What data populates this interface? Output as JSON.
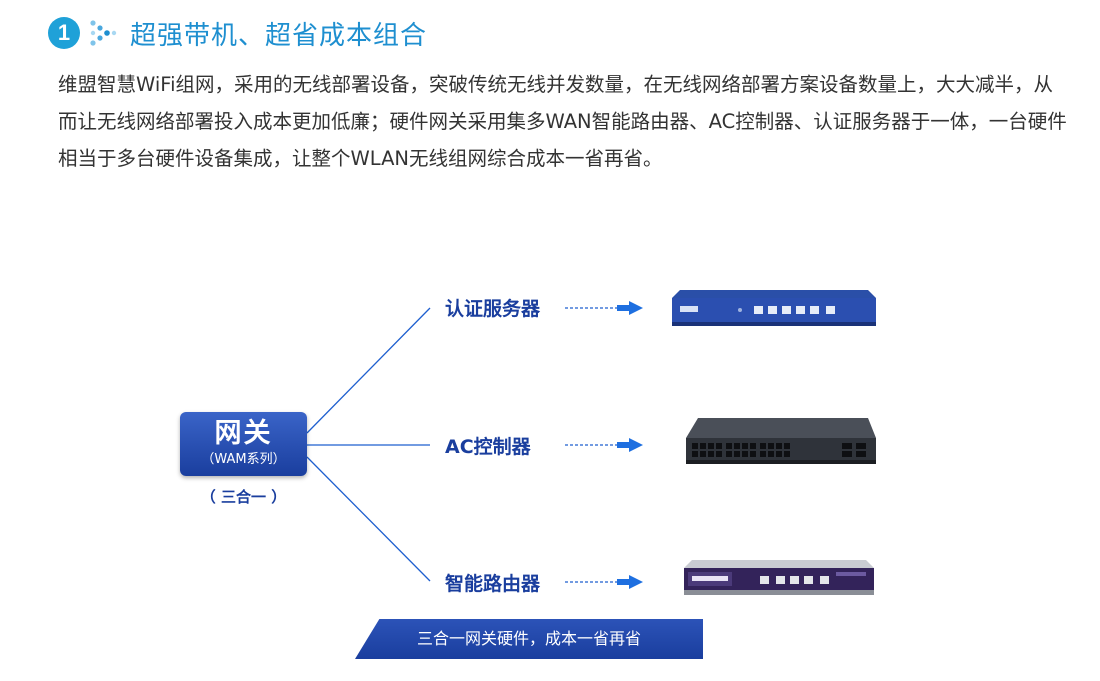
{
  "section": {
    "number": "1",
    "title": "超强带机、超省成本组合"
  },
  "paragraph": "维盟智慧WiFi组网，采用的无线部署设备，突破传统无线并发数量，在无线网络部署方案设备数量上，大大减半，从而让无线网络部署投入成本更加低廉；硬件网关采用集多WAN智能路由器、AC控制器、认证服务器于一体，一台硬件相当于多台硬件设备集成，让整个WLAN无线组网综合成本一省再省。",
  "diagram": {
    "gateway": {
      "title": "网关",
      "subtitle": "（WAM系列）",
      "caption": "（ 三合一 ）"
    },
    "branches": [
      {
        "label": "认证服务器",
        "device_icon": "auth-server-device"
      },
      {
        "label": "AC控制器",
        "device_icon": "ac-switch-device"
      },
      {
        "label": "智能路由器",
        "device_icon": "smart-router-device"
      }
    ],
    "banner": "三合一网关硬件，成本一省再省",
    "colors": {
      "accent_blue": "#1e8fd0",
      "dark_blue": "#1a3e9e",
      "line_blue": "#1e5fcf",
      "body_text": "#333333"
    }
  }
}
